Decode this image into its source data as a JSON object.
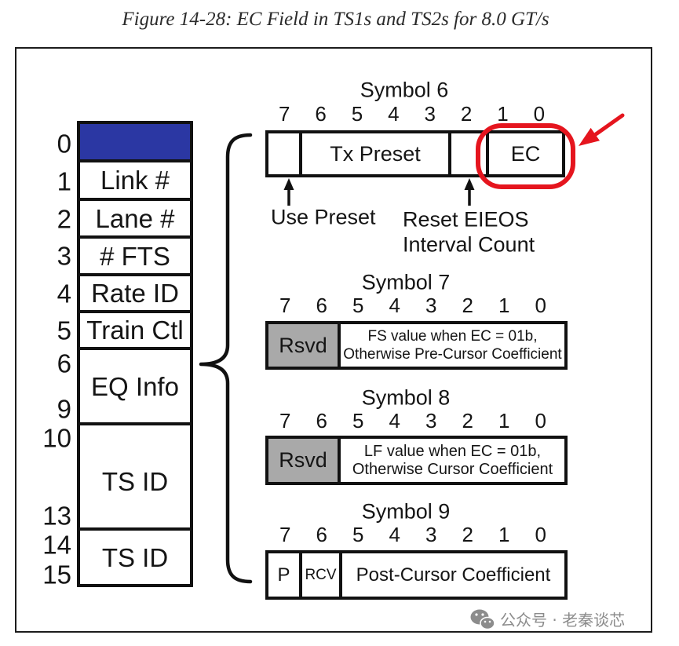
{
  "caption": "Figure 14-28: EC Field in TS1s and TS2s for 8.0 GT/s",
  "ordered_set": {
    "rows": [
      {
        "number": "0"
      },
      {
        "number": "1",
        "label": "Link #"
      },
      {
        "number": "2",
        "label": "Lane #"
      },
      {
        "number": "3",
        "label": "# FTS"
      },
      {
        "number": "4",
        "label": "Rate ID"
      },
      {
        "number": "5",
        "label": "Train Ctl"
      },
      {
        "number": "6",
        "number_end": "9",
        "label": "EQ Info"
      },
      {
        "number": "10",
        "number_end": "13",
        "label": "TS ID"
      },
      {
        "number": "14",
        "number_end": "15",
        "label": "TS ID"
      }
    ]
  },
  "symbol_6": {
    "title": "Symbol 6",
    "bits": [
      "7",
      "6",
      "5",
      "4",
      "3",
      "2",
      "1",
      "0"
    ],
    "tx_preset": "Tx Preset",
    "ec": "EC",
    "use_preset_note": "Use Preset",
    "reset_note": [
      "Reset EIEOS",
      "Interval Count"
    ]
  },
  "symbol_7": {
    "title": "Symbol 7",
    "bits": [
      "7",
      "6",
      "5",
      "4",
      "3",
      "2",
      "1",
      "0"
    ],
    "rsvd": "Rsvd",
    "value": [
      "FS value when EC = 01b,",
      "Otherwise Pre-Cursor Coefficient"
    ]
  },
  "symbol_8": {
    "title": "Symbol 8",
    "bits": [
      "7",
      "6",
      "5",
      "4",
      "3",
      "2",
      "1",
      "0"
    ],
    "rsvd": "Rsvd",
    "value": [
      "LF value when EC = 01b,",
      "Otherwise Cursor Coefficient"
    ]
  },
  "symbol_9": {
    "title": "Symbol 9",
    "bits": [
      "7",
      "6",
      "5",
      "4",
      "3",
      "2",
      "1",
      "0"
    ],
    "p": "P",
    "rcv": "RCV",
    "post_cursor": "Post-Cursor Coefficient"
  },
  "colors": {
    "index0_fill": "#2b37a3",
    "rsvd_fill": "#a9a9a9",
    "highlight": "#e5151e",
    "watermark": "#8c8c8c"
  },
  "watermark": {
    "icon": "wechat-icon",
    "text": "公众号 · 老秦谈芯"
  }
}
